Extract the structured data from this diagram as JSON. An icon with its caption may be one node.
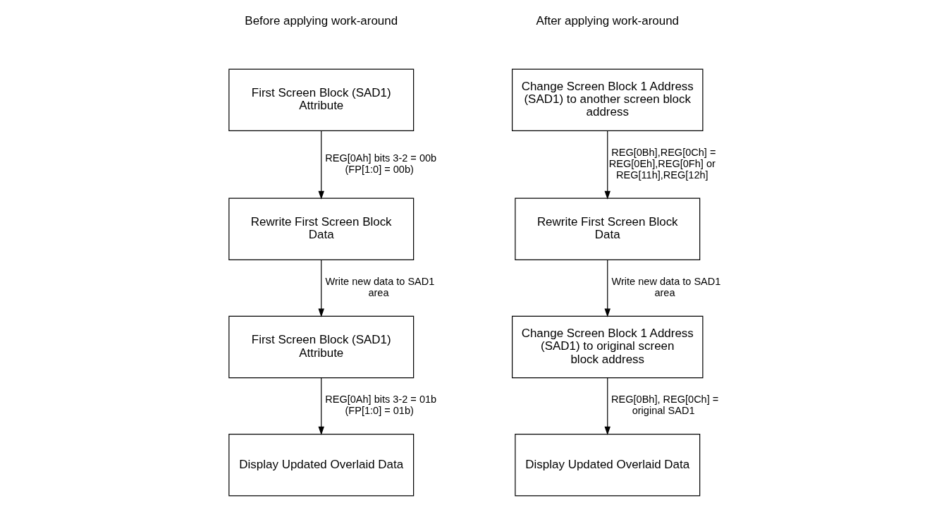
{
  "diagram": {
    "nodes": [
      {
        "text": [
          "First Screen Block (SAD1) Attribute"
        ]
      },
      {
        "text": [
          "Rewrite First Screen Block Data"
        ]
      },
      {
        "text": [
          "First Screen Block (SAD1) Attribute"
        ]
      },
      {
        "text": [
          "Display Updated Overlaid Data"
        ]
      },
      {
        "text": [
          "Change Screen Block 1 Address (SAD1) to another screen block address"
        ]
      },
      {
        "text": [
          "Rewrite First Screen Block Data"
        ]
      },
      {
        "text": [
          "Change Screen Block 1 Address (SAD1) to original screen block address"
        ]
      },
      {
        "text": [
          "Display Updated Overlaid Data"
        ]
      }
    ],
    "edges": [
      {
        "from": 0,
        "to": 1,
        "arrow": "to",
        "label": "REG[0Ah] bits 3-2 = 00b (FP[1:0] = 00b)"
      },
      {
        "from": 1,
        "to": 2,
        "arrow": "to",
        "label": "Write new data to SAD1 area"
      },
      {
        "from": 2,
        "to": 3,
        "arrow": "to",
        "label": "REG[0Ah] bits 3-2 = 01b (FP[1:0] = 01b)"
      },
      {
        "from": 4,
        "to": 5,
        "arrow": "to",
        "label": "REG[0Bh],REG[0Ch] = REG[0Eh],REG[0Fh] or REG[11h],REG[12h]"
      },
      {
        "from": 5,
        "to": 6,
        "arrow": "to",
        "label": "Write new data to SAD1 area"
      },
      {
        "from": 6,
        "to": 7,
        "arrow": "to",
        "label": "REG[0Bh], REG[0Ch] = original SAD1"
      }
    ],
    "labels": [
      "Before applying work-around",
      "After applying work-around"
    ]
  }
}
